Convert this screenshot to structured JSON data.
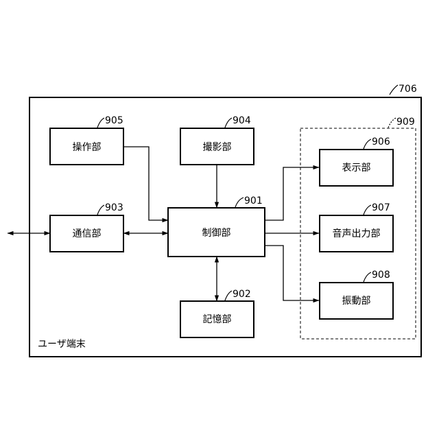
{
  "diagram": {
    "device_ref": "706",
    "device_label": "ユーザ端末",
    "group_ref": "909",
    "blocks": {
      "control": {
        "label": "制御部",
        "ref": "901"
      },
      "storage": {
        "label": "記憶部",
        "ref": "902"
      },
      "comm": {
        "label": "通信部",
        "ref": "903"
      },
      "camera": {
        "label": "撮影部",
        "ref": "904"
      },
      "operation": {
        "label": "操作部",
        "ref": "905"
      },
      "display": {
        "label": "表示部",
        "ref": "906"
      },
      "audio": {
        "label": "音声出力部",
        "ref": "907"
      },
      "vibration": {
        "label": "振動部",
        "ref": "908"
      }
    }
  }
}
